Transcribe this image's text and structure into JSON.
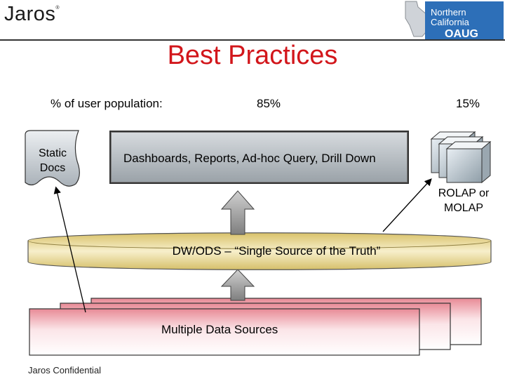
{
  "header": {
    "brand_name": "Jaros",
    "brand_mark": "®",
    "badge_line1": "Northern",
    "badge_line2": "California",
    "badge_line3": "OAUG"
  },
  "title": "Best Practices",
  "usage_row": {
    "label": "% of user population:",
    "pct_main": "85%",
    "pct_olap": "15%"
  },
  "nodes": {
    "static_docs_line1": "Static",
    "static_docs_line2": "Docs",
    "dashboards": "Dashboards, Reports, Ad-hoc Query, Drill Down",
    "olap_line1": "ROLAP or",
    "olap_line2": "MOLAP",
    "warehouse": "DW/ODS – “Single Source of the Truth”",
    "sources": "Multiple Data Sources"
  },
  "footer": "Jaros Confidential",
  "colors": {
    "title": "#d2161b",
    "warehouse_fill": "#efe2a6",
    "sources_fill": "#f4c6cc",
    "dashboard_fill": "#b8bfc5",
    "badge_blue": "#2d6fb8"
  }
}
